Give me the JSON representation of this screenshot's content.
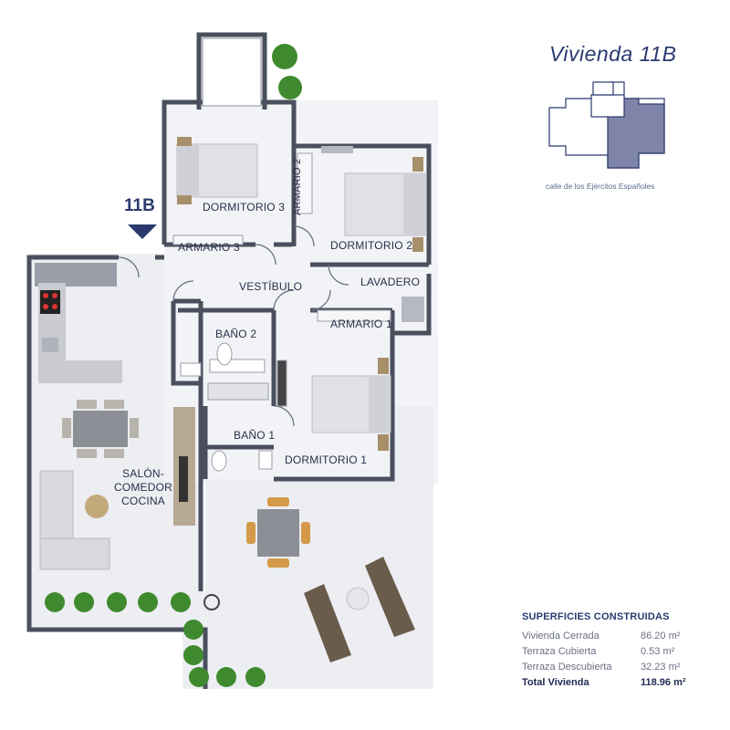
{
  "title": "Vivienda 11B",
  "address": "calle de los Ejércitos Españoles",
  "unit_marker": "11B",
  "rooms": {
    "dormitorio3": "DORMITORIO 3",
    "armario2": "ARMARIO 2",
    "dormitorio2": "DORMITORIO 2",
    "armario3": "ARMARIO 3",
    "vestibulo": "VESTÍBULO",
    "lavadero": "LAVADERO",
    "bano2": "BAÑO 2",
    "armario1": "ARMARIO 1",
    "bano1": "BAÑO 1",
    "dormitorio1": "DORMITORIO 1",
    "salon_line1": "SALÓN-",
    "salon_line2": "COMEDOR",
    "salon_line3": "COCINA"
  },
  "surfaces": {
    "heading": "SUPERFICIES CONSTRUIDAS",
    "rows": [
      {
        "label": "Vivienda Cerrada",
        "value": "86.20 m²"
      },
      {
        "label": "Terraza Cubierta",
        "value": "0.53 m²"
      },
      {
        "label": "Terraza Descubierta",
        "value": "32.23 m²"
      }
    ],
    "total": {
      "label": "Total Vivienda",
      "value": "118.96 m²"
    }
  },
  "colors": {
    "accent": "#2a3a6e",
    "highlight": "#7e85a8",
    "floor": "#f2f3f6",
    "wall": "#4a4f5e",
    "furniture": "#c9cbd1",
    "plants": "#3f8a2e"
  }
}
